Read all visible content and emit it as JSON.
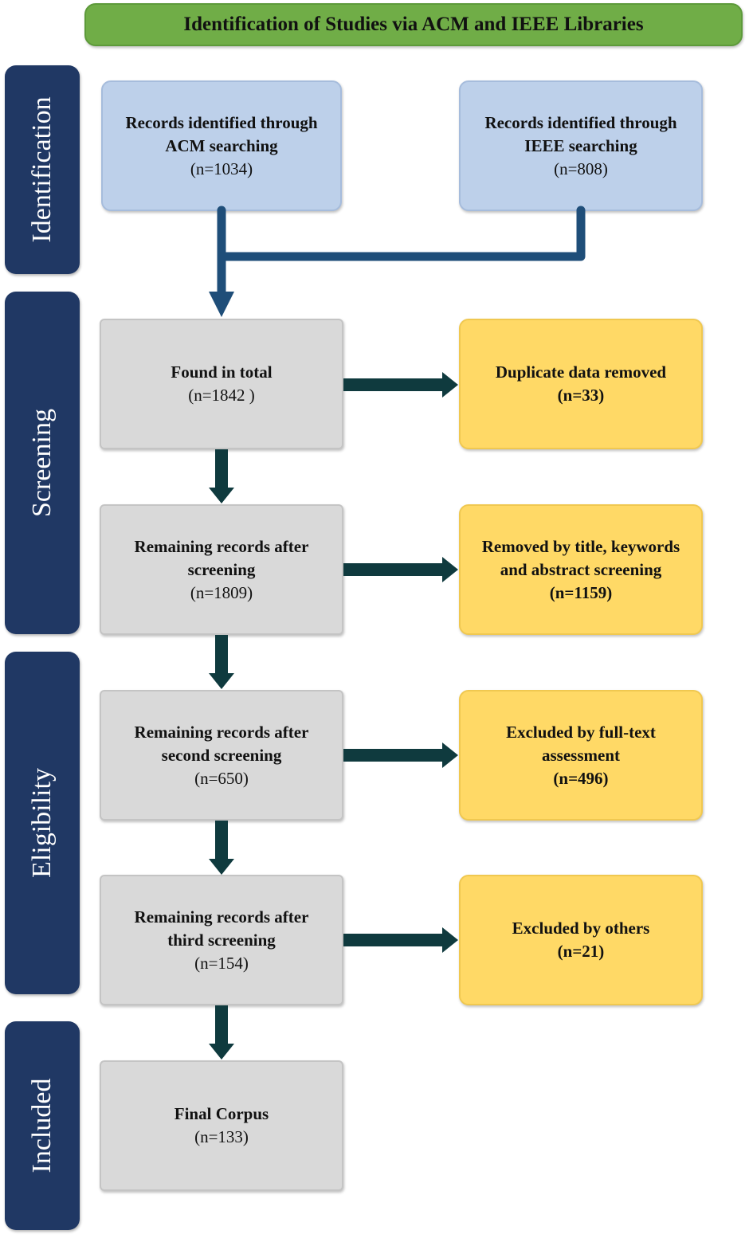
{
  "title": "Identification of Studies via ACM and IEEE Libraries",
  "phases": {
    "identification": "Identification",
    "screening": "Screening",
    "eligibility": "Eligibility",
    "included": "Included"
  },
  "boxes": {
    "acm": {
      "line1": "Records identified through",
      "line2": "ACM searching",
      "count": "(n=1034)"
    },
    "ieee": {
      "line1": "Records identified through",
      "line2": "IEEE searching",
      "count": "(n=808)"
    },
    "total": {
      "line1": "Found in total",
      "count": "(n=1842 )"
    },
    "duplicates": {
      "line1": "Duplicate data removed",
      "count": "(n=33)"
    },
    "after_screening": {
      "line1": "Remaining records after",
      "line2": "screening",
      "count": "(n=1809)"
    },
    "removed_title": {
      "line1": "Removed by title, keywords",
      "line2": "and abstract screening",
      "count": "(n=1159)"
    },
    "after_second": {
      "line1": "Remaining records after",
      "line2": "second screening",
      "count": "(n=650)"
    },
    "excluded_fulltext": {
      "line1": "Excluded by full-text",
      "line2": "assessment",
      "count": "(n=496)"
    },
    "after_third": {
      "line1": "Remaining records after",
      "line2": "third screening",
      "count": "(n=154)"
    },
    "excluded_others": {
      "line1": "Excluded by others",
      "count": "(n=21)"
    },
    "final": {
      "line1": "Final Corpus",
      "count": "(n=133)"
    }
  },
  "colors": {
    "banner": "#70ad47",
    "phase": "#203864",
    "identification_box": "#bdd0ea",
    "process_box": "#d9d9d9",
    "excluded_box": "#ffd966",
    "blue_arrow": "#1f4e79",
    "dark_arrow": "#0f3a3e"
  }
}
